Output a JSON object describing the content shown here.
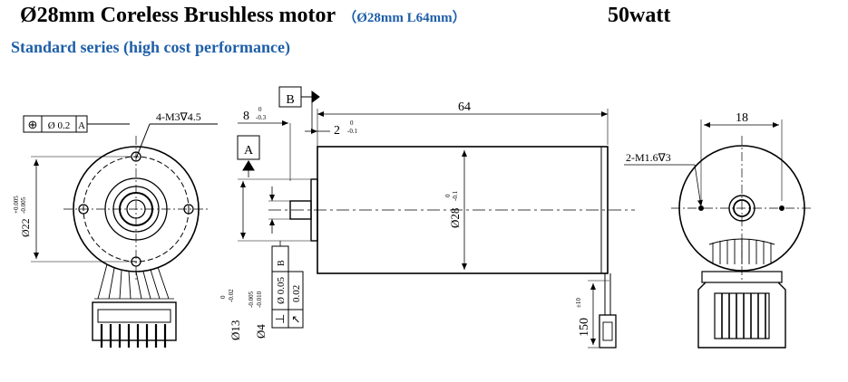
{
  "header": {
    "title": "Ø28mm Coreless Brushless motor",
    "dims": "（Ø28mm   L64mm）",
    "watt": "50watt",
    "subtitle": "Standard series (high cost performance)"
  },
  "front_view": {
    "tolerance_frame": [
      "⊕",
      "Ø 0.2",
      "A"
    ],
    "hole_callout": "4-M3∇4.5",
    "dia_label": "Ø22",
    "dia_tol_upper": "+0.005",
    "dia_tol_lower": "-0.005"
  },
  "side_view": {
    "datum_b": "B",
    "datum_a": "A",
    "dim_8": "8",
    "dim_8_tol_upper": "0",
    "dim_8_tol_lower": "-0.3",
    "dim_2": "2",
    "dim_2_tol_upper": "0",
    "dim_2_tol_lower": "-0.1",
    "dim_64": "64",
    "dia_28": "Ø28",
    "dia_28_tol_upper": "0",
    "dia_28_tol_lower": "-0.1",
    "dia_13": "Ø13",
    "dia_13_tol_upper": "0",
    "dia_13_tol_lower": "-0.02",
    "dia_4": "Ø4",
    "dia_4_tol_upper": "-0.005",
    "dia_4_tol_lower": "-0.010",
    "frame1": [
      "⊥",
      "Ø 0.05",
      "B"
    ],
    "frame2": [
      "↗",
      "0.02"
    ],
    "lead_length": "150",
    "lead_tol": "±10"
  },
  "rear_view": {
    "dim_18": "18",
    "hole_callout": "2-M1.6∇3"
  }
}
